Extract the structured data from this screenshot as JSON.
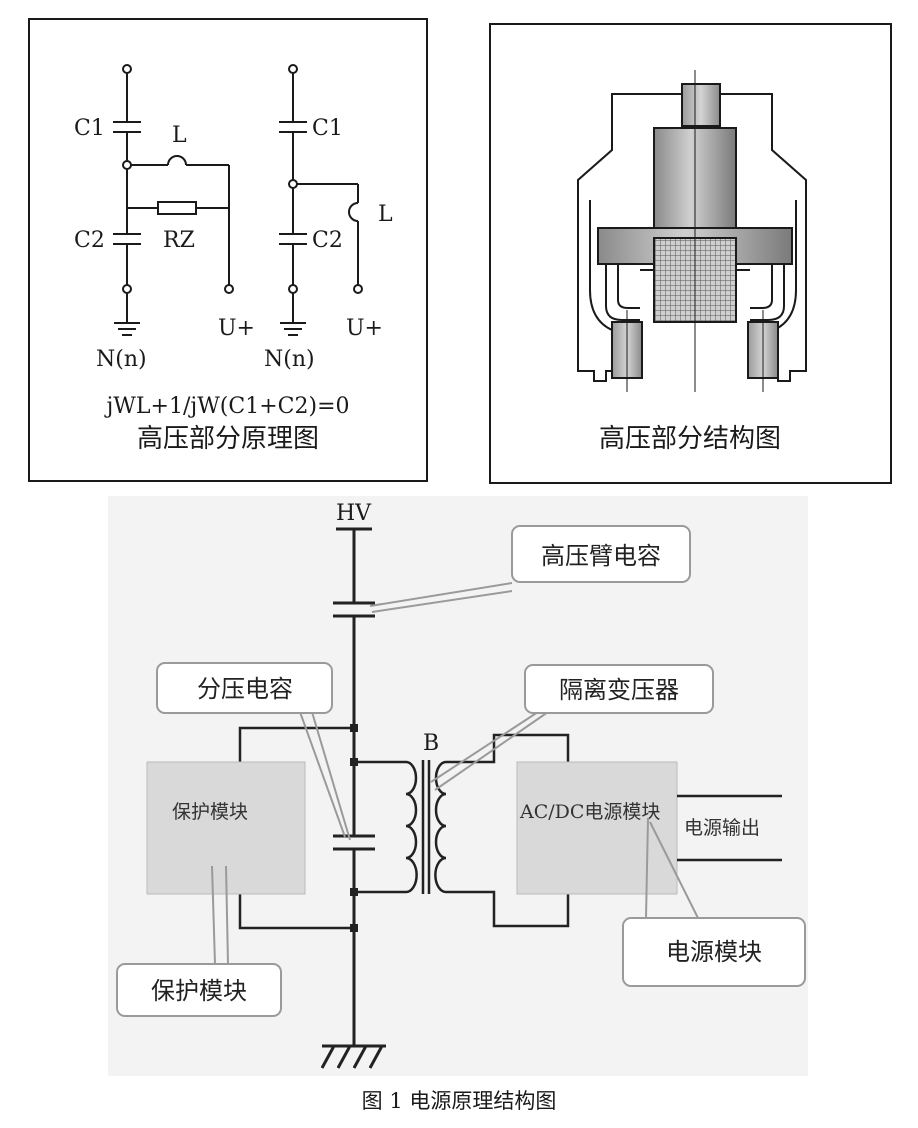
{
  "colors": {
    "line": "#1a1a1a",
    "fig_bg": "#f2f2f2",
    "module_fill": "#d9d9d9",
    "callout_border": "#999999"
  },
  "principle_panel": {
    "labels": {
      "c1_left": "C1",
      "l_left": "L",
      "c2_left": "C2",
      "rz": "RZ",
      "u_plus_left": "U+",
      "n_left": "N(n)",
      "c1_right": "C1",
      "l_right": "L",
      "c2_right": "C2",
      "u_plus_right": "U+",
      "n_right": "N(n)"
    },
    "formula": "jWL+1/jW(C1+C2)=0",
    "caption": "高压部分原理图"
  },
  "structure_panel": {
    "caption": "高压部分结构图"
  },
  "power_diagram": {
    "hv_label": "HV",
    "transformer_label": "B",
    "protection_module_inner": "保护模块",
    "acdc_module_inner": "AC/DC电源模块",
    "power_output": "电源输出",
    "callouts": {
      "hv_arm_capacitor": "高压臂电容",
      "divider_capacitor": "分压电容",
      "isolation_transformer": "隔离变压器",
      "protection_module": "保护模块",
      "power_module": "电源模块"
    }
  },
  "figure_caption": "图 1 电源原理结构图"
}
